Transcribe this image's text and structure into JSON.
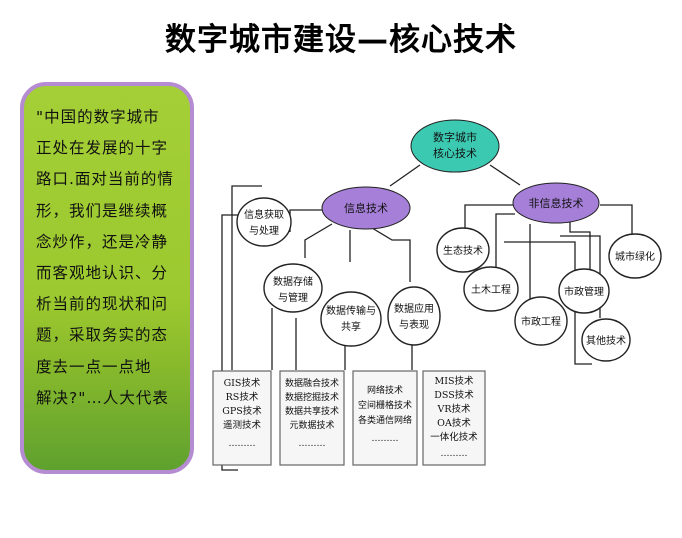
{
  "title": "数字城市建设—核心技术",
  "quote": {
    "lines": [
      "\"中国的数字城市",
      "正处在发展的十字",
      "路口.面对当前的情",
      "形，我们是继续概",
      "念炒作，还是冷静",
      "而客观地认识、分",
      "析当前的现状和问",
      "题，采取务实的态",
      "度去一点一点地",
      "解决?\"…人大代表"
    ]
  },
  "diagram": {
    "root": [
      "数字城市",
      "核心技术"
    ],
    "info_tech": "信息技术",
    "non_info_tech": "非信息技术",
    "info_branches": [
      [
        "信息获取",
        "与处理"
      ],
      [
        "数据存储",
        "与管理"
      ],
      [
        "数据传输与",
        "共享"
      ],
      [
        "数据应用",
        "与表现"
      ]
    ],
    "non_info_branches": [
      "生态技术",
      "土木工程",
      "市政工程",
      "市政管理",
      "其他技术",
      "城市绿化"
    ],
    "tech_boxes": [
      [
        "GIS技术",
        "RS技术",
        "GPS技术",
        "遥测技术",
        "………"
      ],
      [
        "数据融合技术",
        "数据挖掘技术",
        "数据共享技术",
        "元数据技术",
        "………"
      ],
      [
        "网络技术",
        "空间栅格技术",
        "各类通信网络",
        "………"
      ],
      [
        "MIS技术",
        "DSS技术",
        "VR技术",
        "OA技术",
        "一体化技术",
        "………"
      ]
    ]
  },
  "colors": {
    "root_fill": "#3cc9b2",
    "info_fill": "#a67fd8",
    "panel_border": "#b58bd1"
  }
}
